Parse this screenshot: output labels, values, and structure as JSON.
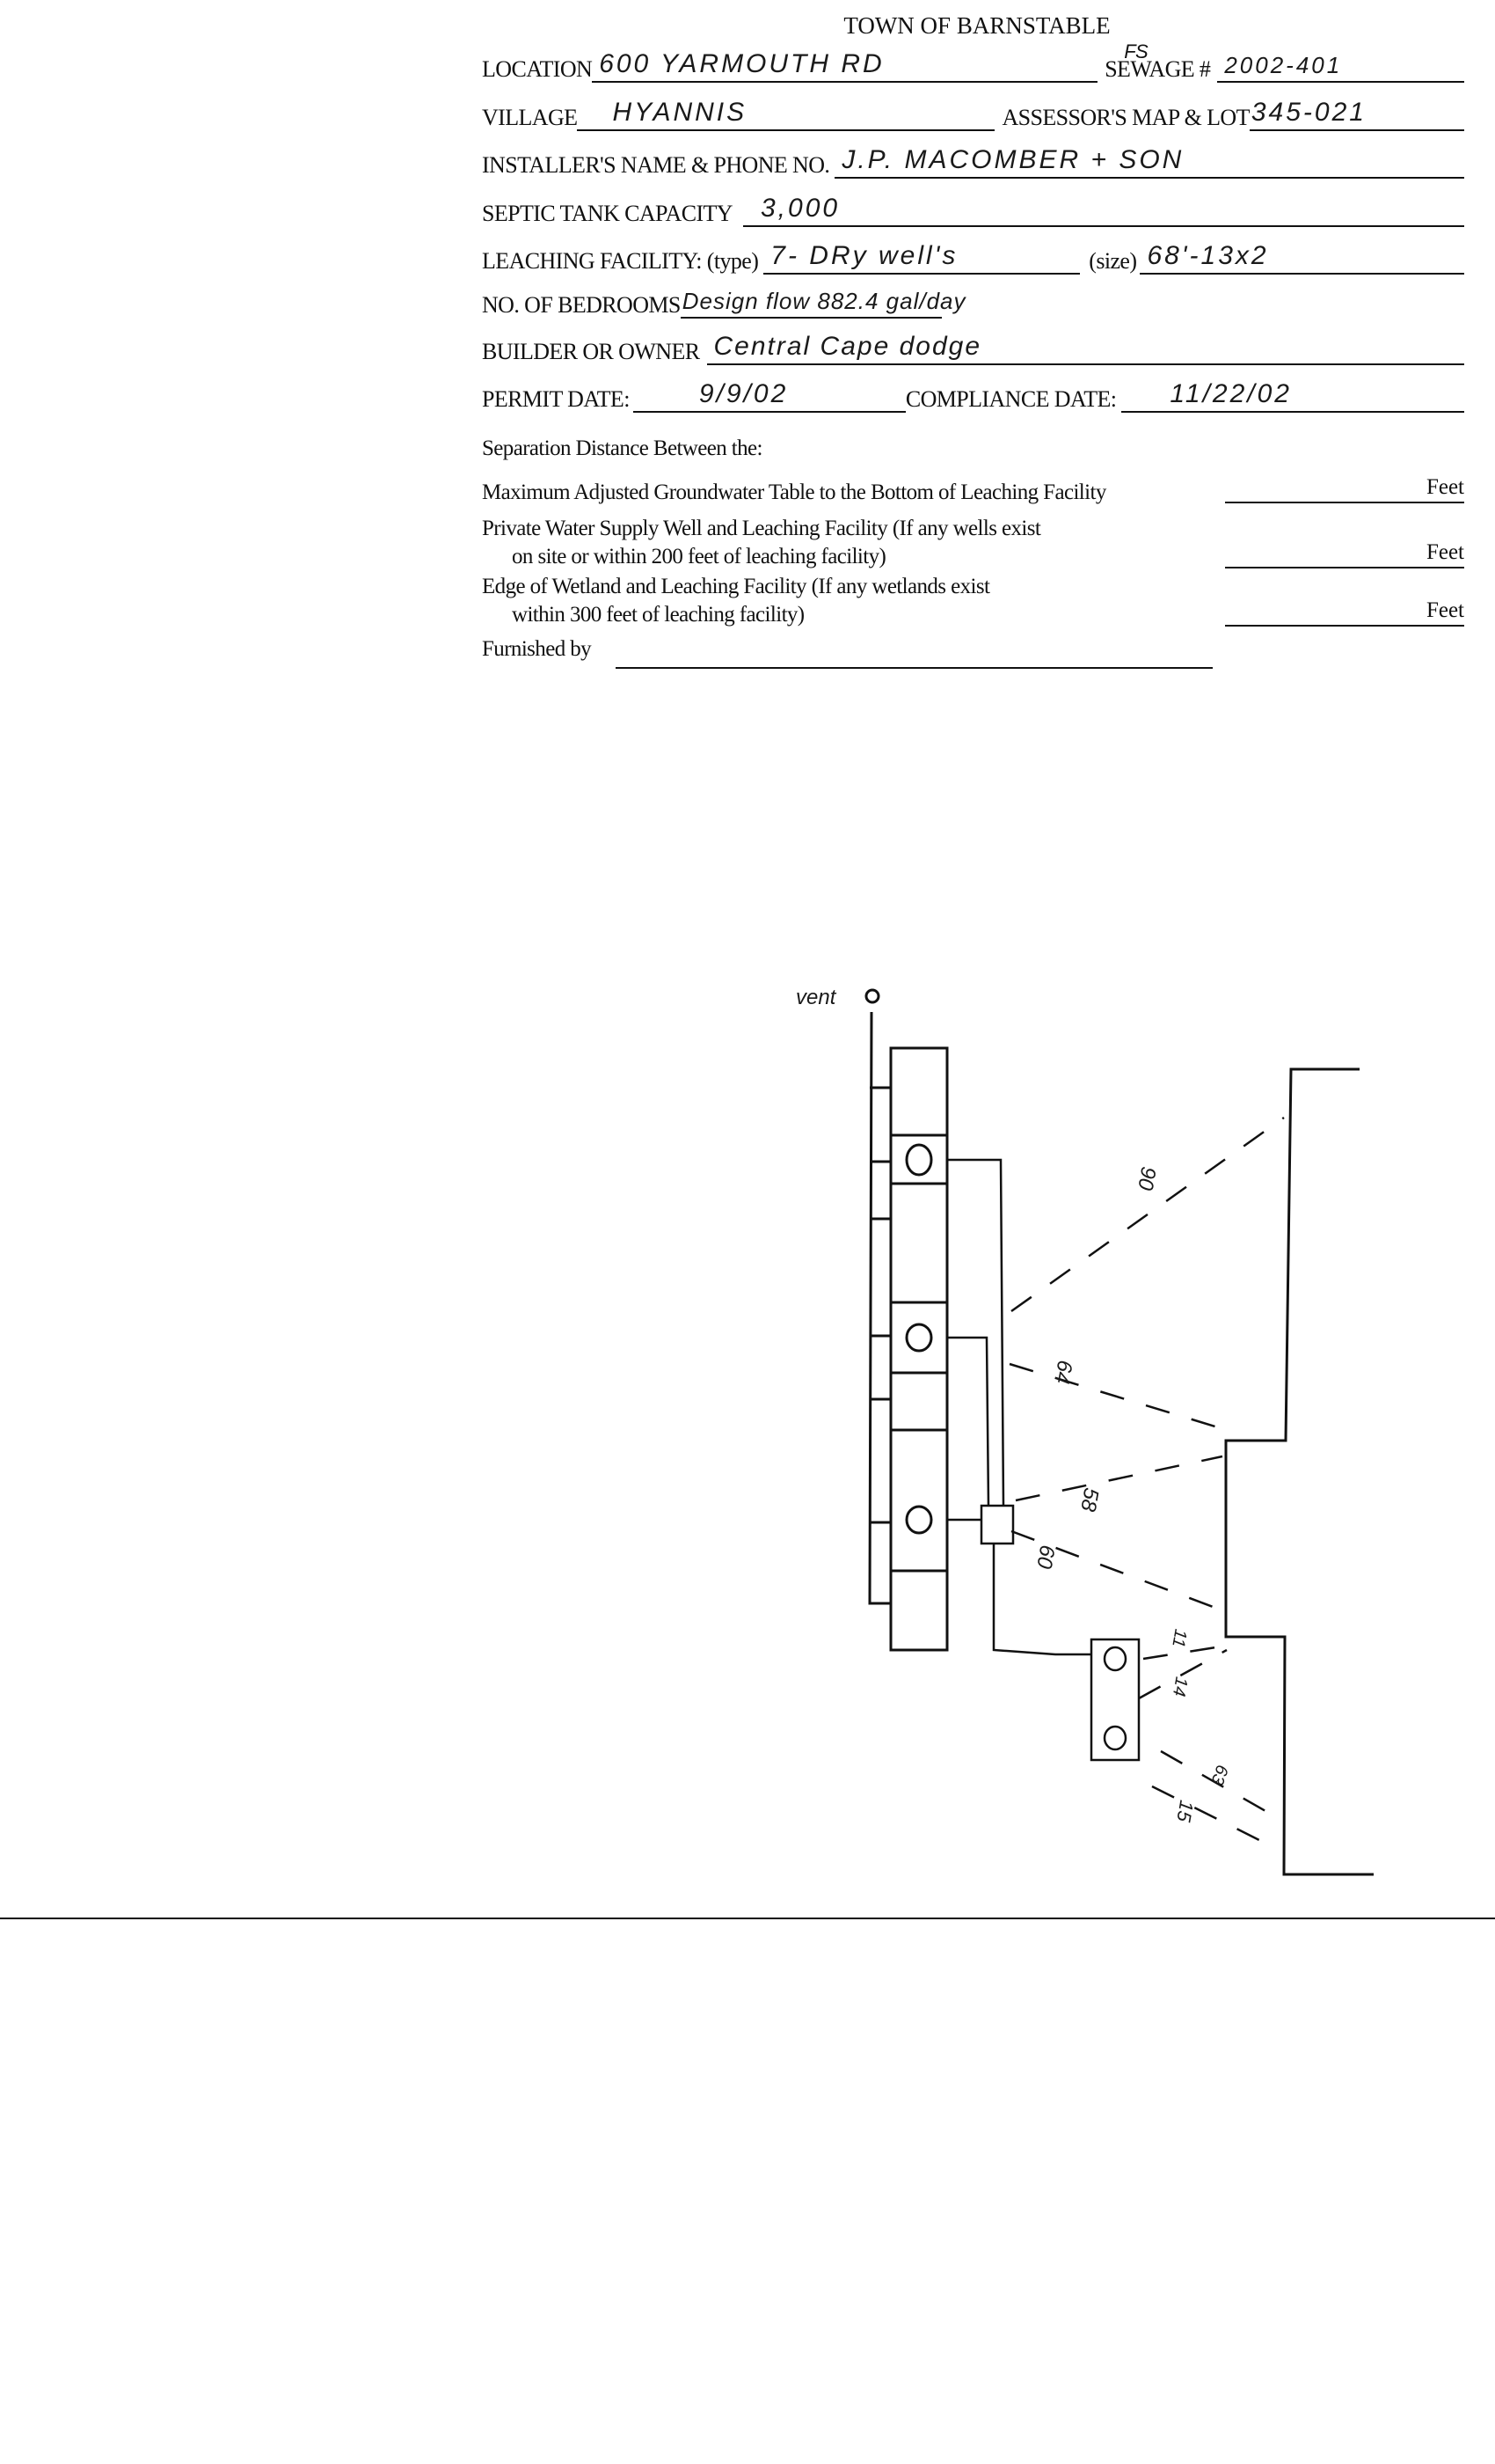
{
  "title": "TOWN OF BARNSTABLE",
  "form": {
    "location_label": "LOCATION",
    "location_value": "600 YARMOUTH RD",
    "sewage_label": "SEWAGE #",
    "sewage_note": "FS",
    "sewage_value": "2002-401",
    "village_label": "VILLAGE",
    "village_value": "HYANNIS",
    "map_lot_label": "ASSESSOR'S MAP & LOT",
    "map_lot_value": "345-021",
    "installer_label": "INSTALLER'S NAME & PHONE NO.",
    "installer_value": "J.P. MACOMBER + SON",
    "tank_label": "SEPTIC TANK CAPACITY",
    "tank_value": "3,000",
    "leaching_label": "LEACHING FACILITY: (type)",
    "leaching_type_value": "7- DRy well's",
    "size_label": "(size)",
    "size_value": "68'-13x2",
    "bedrooms_label": "NO. OF BEDROOMS",
    "bedrooms_value": "Design flow 882.4 gal/day",
    "owner_label": "BUILDER OR OWNER",
    "owner_value": "Central Cape dodge",
    "permit_label": "PERMIT DATE:",
    "permit_value": "9/9/02",
    "compliance_label": "COMPLIANCE DATE:",
    "compliance_value": "11/22/02"
  },
  "separation": {
    "heading": "Separation Distance Between the:",
    "items": [
      {
        "line1": "Maximum Adjusted Groundwater Table to the Bottom of Leaching Facility",
        "line2": "",
        "unit": "Feet"
      },
      {
        "line1": "Private Water Supply Well and Leaching Facility  (If any wells exist",
        "line2": "on site or within 200 feet of leaching facility)",
        "unit": "Feet"
      },
      {
        "line1": "Edge of Wetland and Leaching Facility (If any wetlands exist",
        "line2": "within 300 feet of leaching facility)",
        "unit": "Feet"
      }
    ],
    "furnished_label": "Furnished by"
  },
  "sketch": {
    "vent_label": "vent",
    "distances": [
      "90",
      "64",
      "58",
      "60",
      "11",
      "14",
      "63",
      "15"
    ]
  }
}
